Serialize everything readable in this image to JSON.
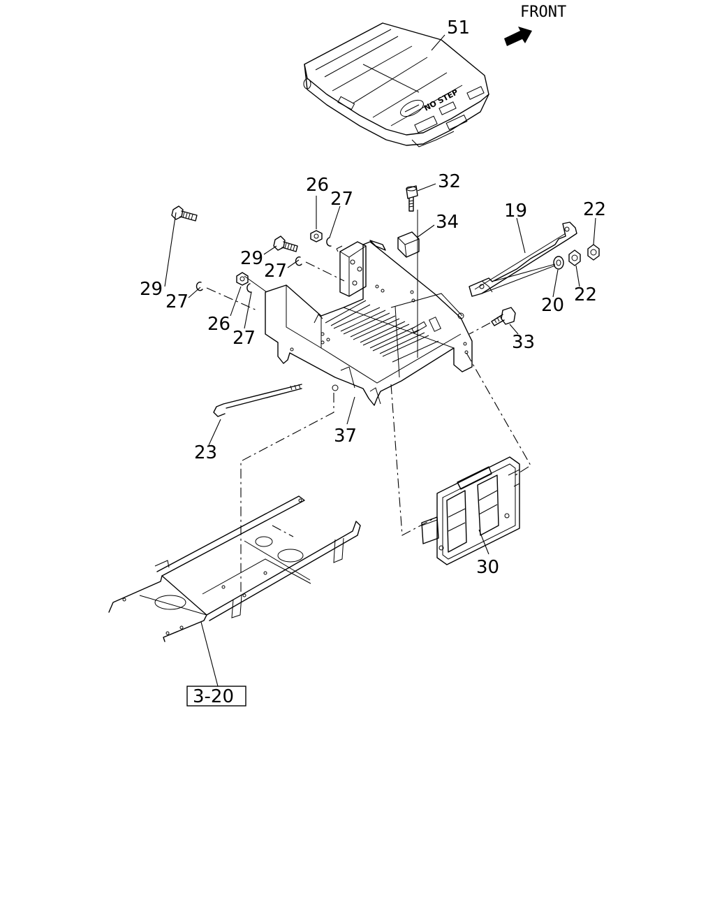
{
  "direction_label": "FRONT",
  "cover_text": "NO STEP",
  "callouts": {
    "c51": "51",
    "c32": "32",
    "c26a": "26",
    "c27a": "27",
    "c34": "34",
    "c19": "19",
    "c22a": "22",
    "c29a": "29",
    "c27b": "27",
    "c29b": "29",
    "c27c": "27",
    "c26b": "26",
    "c27d": "27",
    "c20": "20",
    "c22b": "22",
    "c33": "33",
    "c23": "23",
    "c37": "37",
    "c30": "30"
  },
  "reference_box": "3-20",
  "icons": [
    "front-arrow-icon"
  ]
}
